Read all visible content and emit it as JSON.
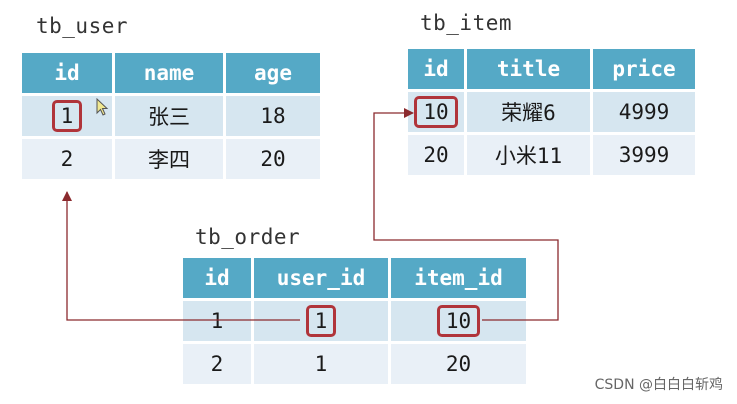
{
  "tb_user": {
    "title": "tb_user",
    "headers": [
      "id",
      "name",
      "age"
    ],
    "rows": [
      [
        "1",
        "张三",
        "18"
      ],
      [
        "2",
        "李四",
        "20"
      ]
    ]
  },
  "tb_item": {
    "title": "tb_item",
    "headers": [
      "id",
      "title",
      "price"
    ],
    "rows": [
      [
        "10",
        "荣耀6",
        "4999"
      ],
      [
        "20",
        "小米11",
        "3999"
      ]
    ]
  },
  "tb_order": {
    "title": "tb_order",
    "headers": [
      "id",
      "user_id",
      "item_id"
    ],
    "rows": [
      [
        "1",
        "1",
        "10"
      ],
      [
        "2",
        "1",
        "20"
      ]
    ]
  },
  "watermark": "CSDN @白白白斩鸡",
  "colors": {
    "header_bg": "#55a9c6",
    "row_odd": "#d6e6f0",
    "row_even": "#e9f0f7",
    "highlight": "#b0343a",
    "link_line": "#8b2a2e"
  }
}
